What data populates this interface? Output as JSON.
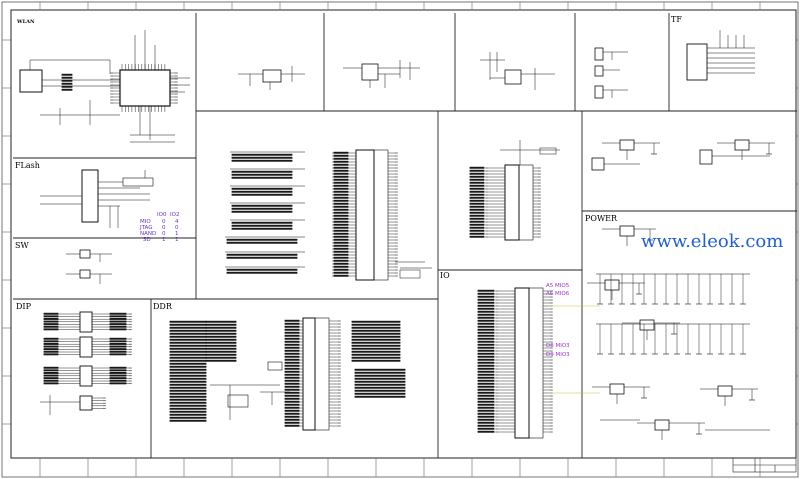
{
  "watermark": "www.eleok.com",
  "sections": {
    "wlan": "WLAN",
    "tf": "TF",
    "flash": "FLash",
    "sw": "SW",
    "dip": "DIP",
    "ddr": "DDR",
    "io": "IO",
    "power": "POWER"
  },
  "boot_config": {
    "header": [
      "IO0",
      "IO2"
    ],
    "rows": [
      {
        "mode": "MIO",
        "a": "0",
        "b": "4"
      },
      {
        "mode": "JTAG",
        "a": "0",
        "b": "0"
      },
      {
        "mode": "NAND",
        "a": "0",
        "b": "1"
      },
      {
        "mode": "SD",
        "a": "1",
        "b": "1"
      }
    ]
  },
  "io_labels": [
    "A5 MIO5",
    "A6 MIO6",
    "D8 MIO3",
    "D9 MIO3"
  ]
}
